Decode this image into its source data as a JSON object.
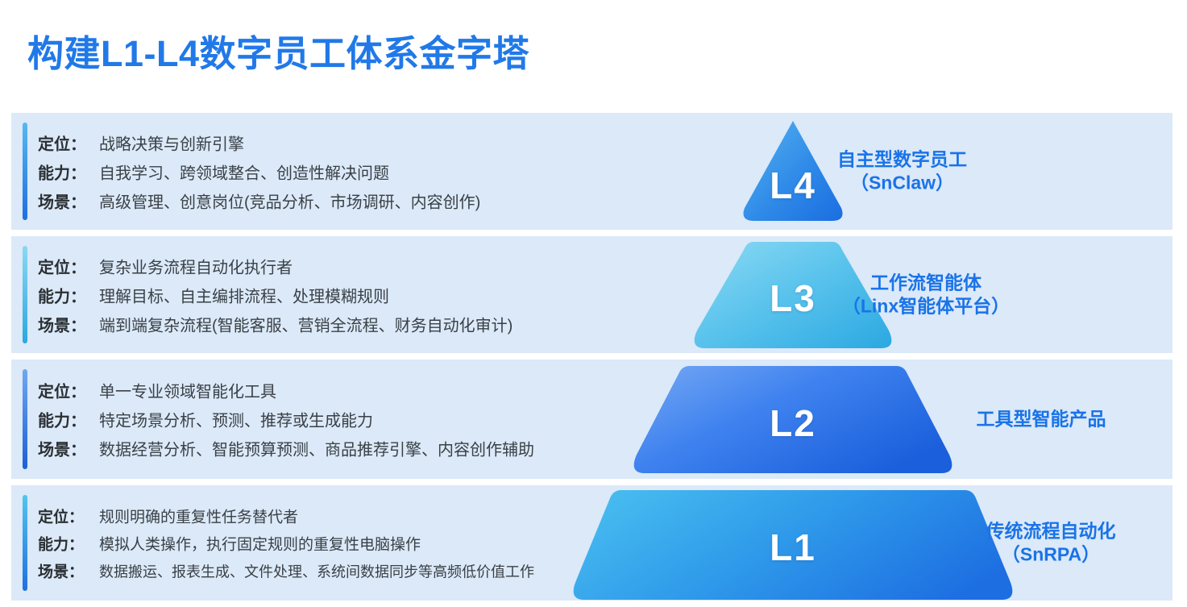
{
  "page": {
    "title": "构建L1-L4数字员工体系金字塔",
    "background": "#ffffff",
    "band_background": "#dbe9f8",
    "title_color": "#2179e8",
    "caption_color": "#1a73e8"
  },
  "labels": {
    "position_key": "定位：",
    "capability_key": "能力：",
    "scenario_key": "场景："
  },
  "levels": [
    {
      "id": "L4",
      "badge": "L4",
      "shape": "triangle",
      "caption_lines": [
        "自主型数字员工",
        "（SnClaw）"
      ],
      "caption_line1": "自主型数字员工",
      "caption_line2": "（SnClaw）",
      "position": "战略决策与创新引擎",
      "capability": "自我学习、跨领域整合、创造性解决问题",
      "scenario": "高级管理、创意岗位(竞品分析、市场调研、内容创作)",
      "accent_from": "#56b8f0",
      "accent_to": "#1f6fe0",
      "fill_from": "#4aa8ee",
      "fill_to": "#1e72e0",
      "shape_width": 132,
      "shape_height": 128,
      "badge_font_size": 46
    },
    {
      "id": "L3",
      "badge": "L3",
      "shape": "trapezoid",
      "caption_lines": [
        "工作流智能体",
        "（Linx智能体平台）"
      ],
      "caption_line1": "工作流智能体",
      "caption_line2": "（Linx智能体平台）",
      "position": "复杂业务流程自动化执行者",
      "capability": "理解目标、自主编排流程、处理模糊规则",
      "scenario": "端到端复杂流程(智能客服、营销全流程、财务自动化审计)",
      "accent_from": "#8bd8f2",
      "accent_to": "#2aa7e0",
      "fill_from": "#7fd4ef",
      "fill_to": "#35b0e4",
      "shape_width": 250,
      "shape_height": 132,
      "badge_font_size": 46
    },
    {
      "id": "L2",
      "badge": "L2",
      "shape": "trapezoid",
      "caption_lines": [
        "工具型智能产品"
      ],
      "caption_line1": "工具型智能产品",
      "caption_line2": "",
      "position": "单一专业领域智能化工具",
      "capability": "特定场景分析、预测、推荐或生成能力",
      "scenario": "数据经营分析、智能预算预测、商品推荐引擎、内容创作辅助",
      "accent_from": "#6fa7f2",
      "accent_to": "#1c5fd6",
      "fill_from": "#6ea4f3",
      "fill_to": "#1f63dd",
      "shape_width": 400,
      "shape_height": 133,
      "badge_font_size": 46
    },
    {
      "id": "L1",
      "badge": "L1",
      "shape": "trapezoid",
      "caption_lines": [
        "传统流程自动化",
        "（SnRPA）"
      ],
      "caption_line1": "传统流程自动化",
      "caption_line2": "（SnRPA）",
      "position": "规则明确的重复性任务替代者",
      "capability": "模拟人类操作，执行固定规则的重复性电脑操作",
      "scenario": "数据搬运、报表生成、文件处理、系统间数据同步等高频低价值工作",
      "accent_from": "#53c4ef",
      "accent_to": "#1f6fe0",
      "fill_from": "#44b6ee",
      "fill_to": "#1f72e2",
      "shape_width": 550,
      "shape_height": 140,
      "badge_font_size": 46
    }
  ]
}
